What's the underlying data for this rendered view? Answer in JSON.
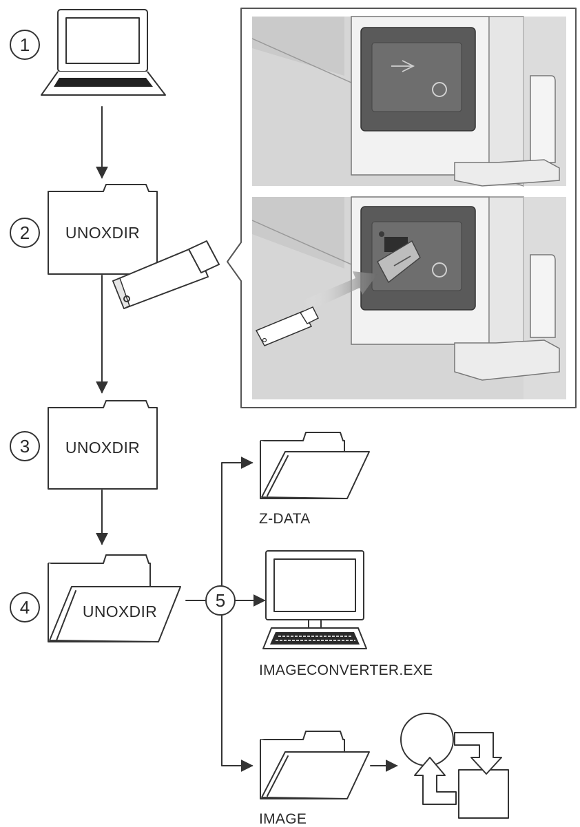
{
  "steps": {
    "one": "1",
    "two": "2",
    "three": "3",
    "four": "4",
    "five": "5"
  },
  "folders": {
    "step2_label": "UNOXDIR",
    "step3_label": "UNOXDIR",
    "step4_label": "UNOXDIR",
    "zdata_label": "Z-DATA",
    "image_label": "IMAGE"
  },
  "computer": {
    "label": "IMAGECONVERTER.EXE"
  },
  "icons": {
    "laptop": "laptop-icon",
    "usb": "usb-stick-icon",
    "desktop": "desktop-computer-icon",
    "cycle": "process-cycle-icon"
  },
  "colors": {
    "line": "#333333",
    "panel_border": "#555555",
    "port_panel": "#5a5a5a"
  }
}
